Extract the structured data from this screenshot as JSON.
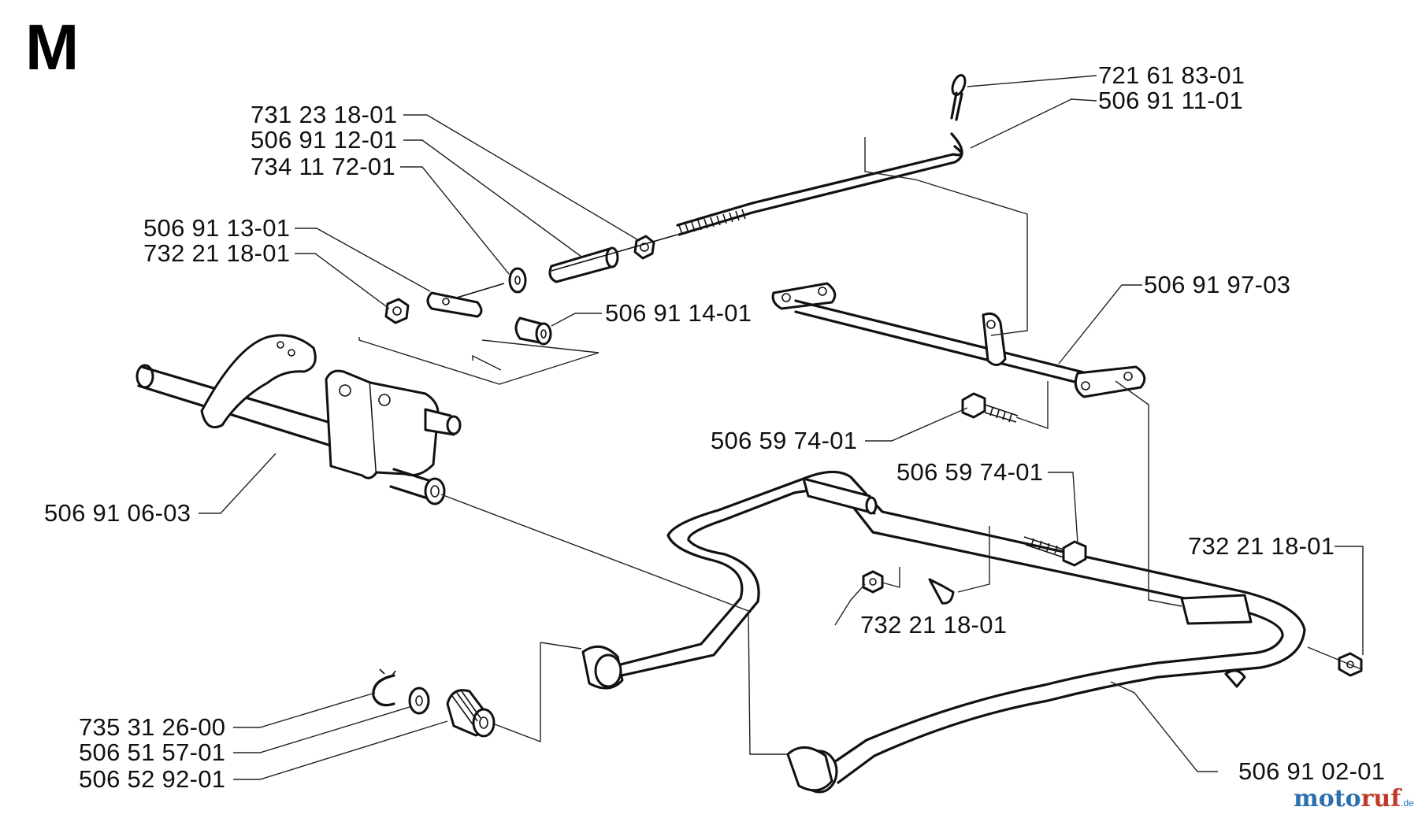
{
  "section_letter": "M",
  "watermark": {
    "part1": "moto",
    "part2": "ruf",
    "suffix": ".de"
  },
  "part_numbers": {
    "p1": "721 61 83-01",
    "p2": "506 91 11-01",
    "p3": "731 23 18-01",
    "p4": "506 91 12-01",
    "p5": "734 11 72-01",
    "p6": "506 91 13-01",
    "p7": "732 21 18-01",
    "p8": "506 91 14-01",
    "p9": "506 91 97-03",
    "p10": "506 59 74-01",
    "p11": "506 59 74-01",
    "p12": "506 91 06-03",
    "p13": "732 21 18-01",
    "p14": "732 21 18-01",
    "p15": "735 31 26-00",
    "p16": "506 51 57-01",
    "p17": "506 52 92-01",
    "p18": "506 91 02-01"
  }
}
